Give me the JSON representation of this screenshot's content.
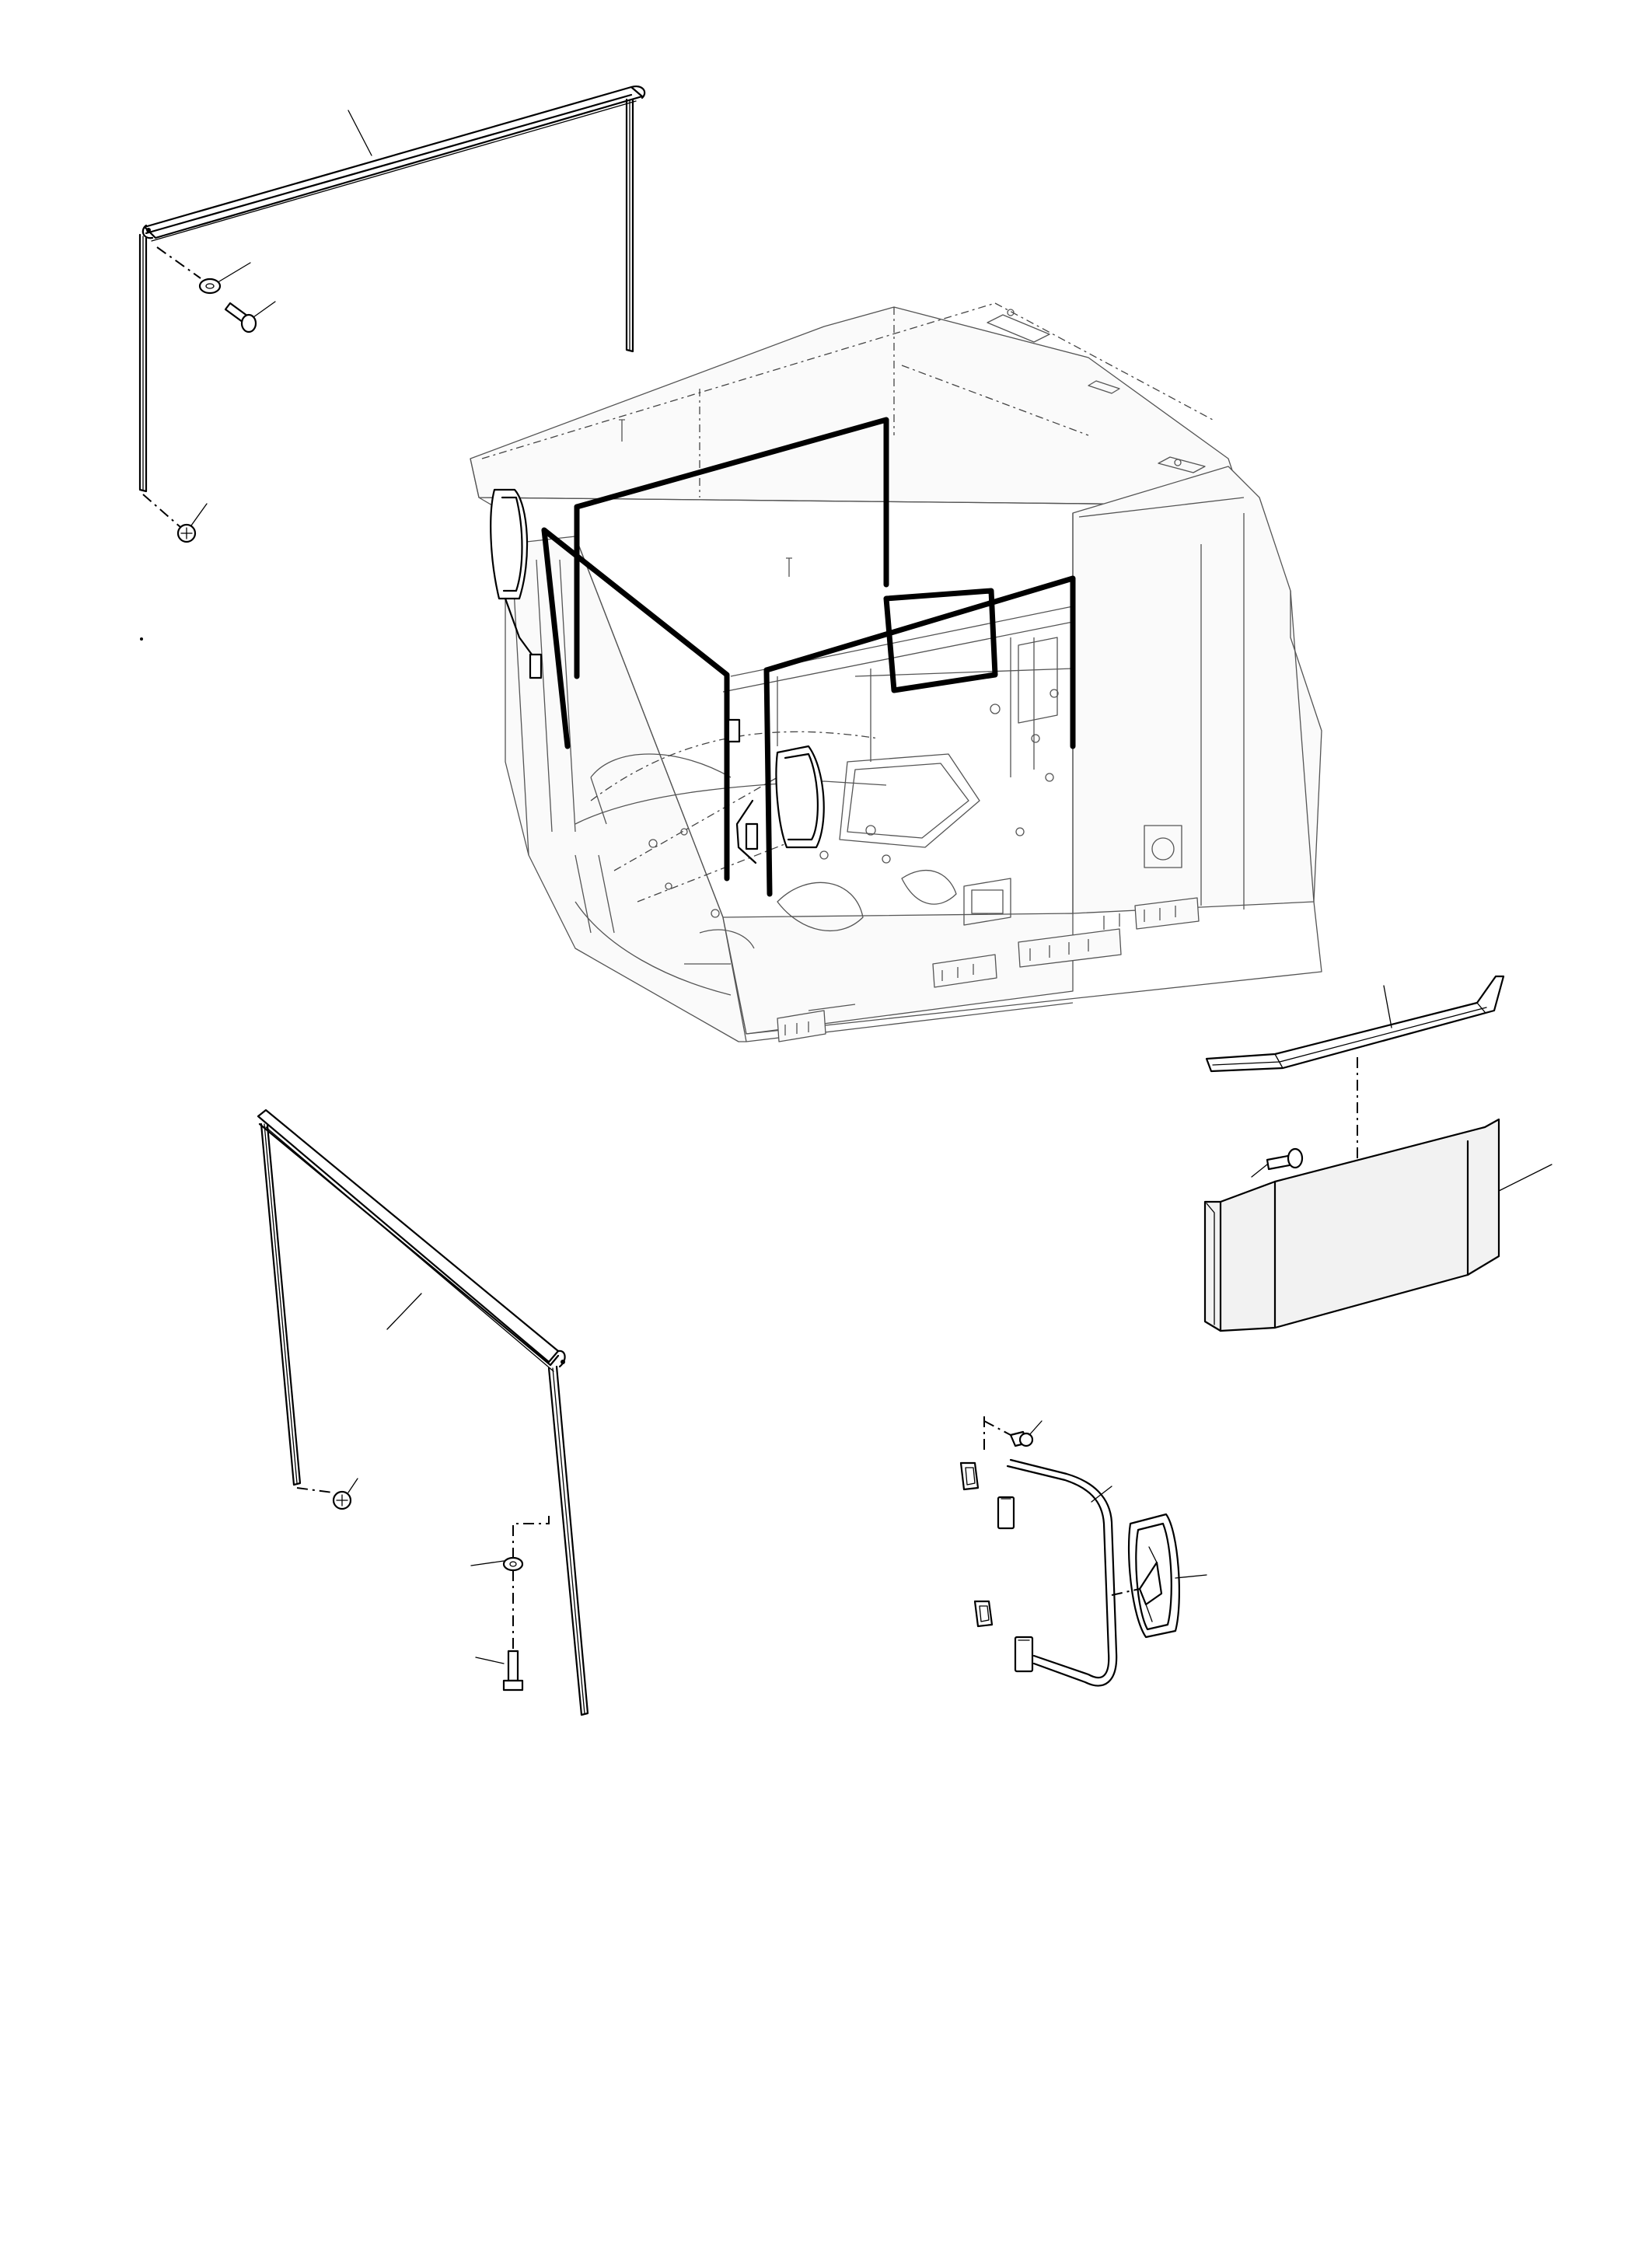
{
  "drawing": {
    "line_color": "#000000",
    "background": "#ffffff",
    "parts": [
      "rear-window-seal-frame",
      "washer",
      "bolt",
      "screw",
      "cab-assembly",
      "sun-visor-rail",
      "sun-visor-shield",
      "front-window-seal-frame",
      "mirror-bracket",
      "rear-view-mirror"
    ],
    "callout_labels": []
  }
}
